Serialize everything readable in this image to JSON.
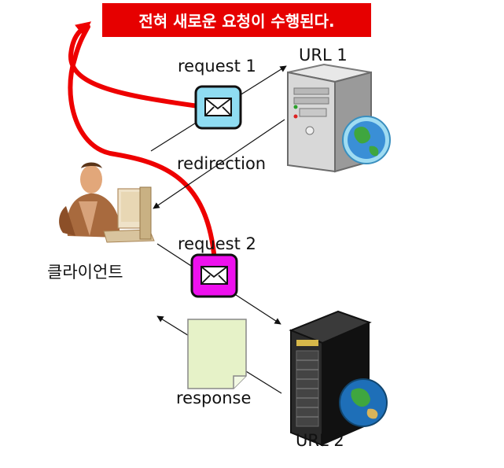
{
  "diagram": {
    "banner": "전혀 새로운 요청이 수행된다.",
    "labels": {
      "request1": "request 1",
      "url1": "URL 1",
      "redirection": "redirection",
      "request2": "request 2",
      "client": "클라이언트",
      "response": "response",
      "url2": "URL 2"
    },
    "colors": {
      "banner": "#e60000",
      "curve": "#ee0000",
      "envelope1": "#8fdcf2",
      "envelope2": "#ee11ee",
      "response_doc": "#e6f2c8"
    }
  }
}
